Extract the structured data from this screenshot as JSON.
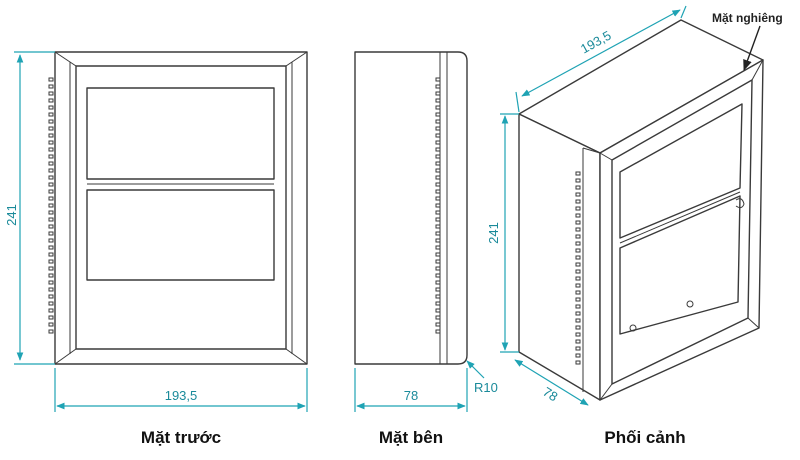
{
  "views": {
    "front": {
      "caption": "Mặt trước",
      "width_label": "193,5",
      "height_label": "241"
    },
    "side": {
      "caption": "Mặt bên",
      "depth_label": "78",
      "radius_label": "R10"
    },
    "perspective": {
      "caption": "Phối cảnh",
      "width_label": "193,5",
      "height_label": "241",
      "depth_label": "78",
      "callout": "Mặt nghiêng"
    }
  },
  "colors": {
    "dimension": "#1fa3b4",
    "outline": "#3a3a3a"
  }
}
